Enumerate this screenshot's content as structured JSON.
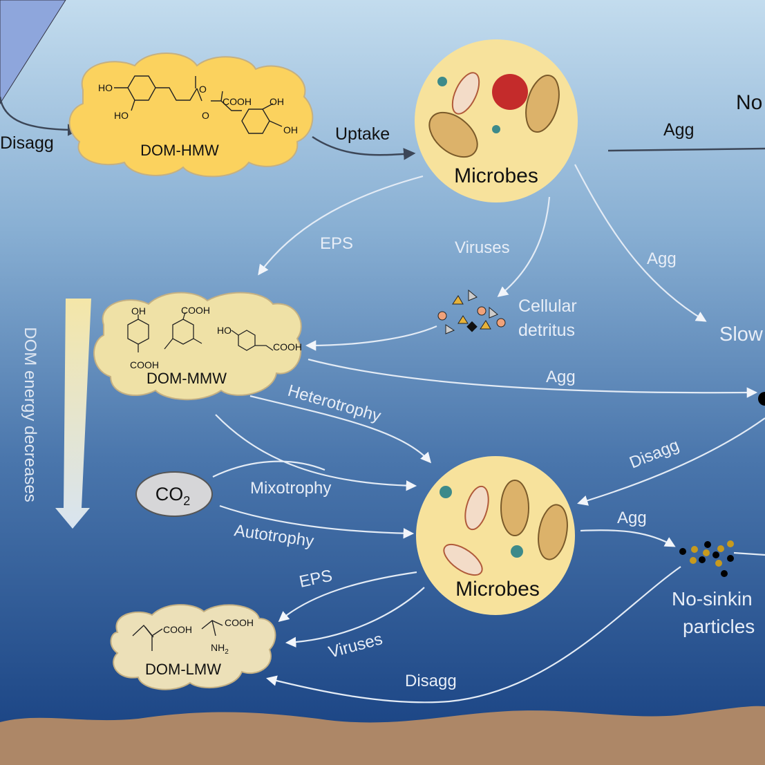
{
  "colors": {
    "water_top": "#c3dcee",
    "water_bottom": "#163f80",
    "sediment": "#ad8767",
    "hmw_cloud": "#fbd25e",
    "mmw_cloud": "#efe1a6",
    "lmw_cloud": "#ece0b8",
    "microbe_circle": "#f7e29c",
    "co2_fill": "#d6d6d8"
  },
  "nodes": {
    "dom_hmw": "DOM-HMW",
    "dom_mmw": "DOM-MMW",
    "dom_lmw": "DOM-LMW",
    "microbes_top": "Microbes",
    "microbes_bottom": "Microbes",
    "co2": "CO",
    "co2_sub": "2",
    "cellular_detritus_1": "Cellular",
    "cellular_detritus_2": "detritus",
    "slow": "Slow",
    "no_top": "No",
    "no_sinking_1": "No-sinkin",
    "no_sinking_2": "particles"
  },
  "chem": {
    "ho1": "HO",
    "ho2": "HO",
    "o": "O",
    "o2": "O",
    "cooh": "COOH",
    "oh1": "OH",
    "oh2": "OH",
    "mmw_oh": "OH",
    "mmw_cooh1": "COOH",
    "mmw_cooh2": "COOH",
    "mmw_ho": "HO",
    "mmw_cooh3": "COOH",
    "lmw_cooh1": "COOH",
    "lmw_cooh2": "COOH",
    "lmw_nh2": "NH",
    "lmw_nh2_sub": "2"
  },
  "process_labels": {
    "disagg_top": "Disagg",
    "uptake": "Uptake",
    "agg_top": "Agg",
    "eps_top": "EPS",
    "viruses_top": "Viruses",
    "agg_mid": "Agg",
    "agg_mmw": "Agg",
    "heterotrophy": "Heterotrophy",
    "disagg_right": "Disagg",
    "mixotrophy": "Mixotrophy",
    "autotrophy": "Autotrophy",
    "agg_bottom": "Agg",
    "eps_bottom": "EPS",
    "viruses_bottom": "Viruses",
    "disagg_bottom": "Disagg"
  },
  "energy_axis_label": "DOM energy decreases"
}
